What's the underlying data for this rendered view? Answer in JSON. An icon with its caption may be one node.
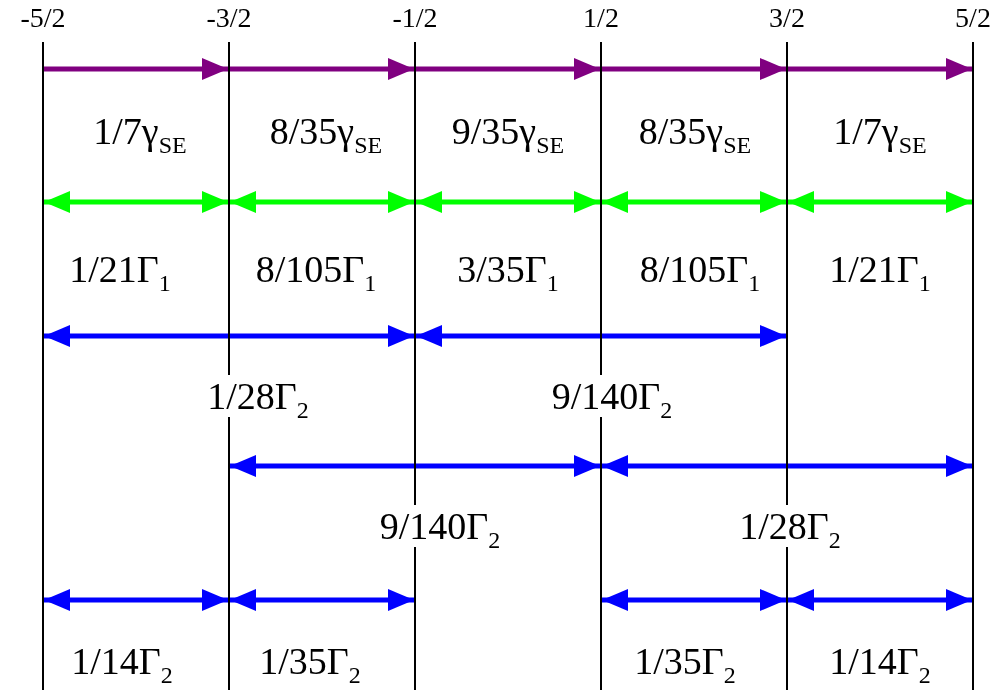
{
  "diagram": {
    "nodes": [
      {
        "text": [
          "-5/2"
        ]
      },
      {
        "text": [
          "-3/2"
        ]
      },
      {
        "text": [
          "-1/2"
        ]
      },
      {
        "text": [
          "1/2"
        ]
      },
      {
        "text": [
          "3/2"
        ]
      },
      {
        "text": [
          "5/2"
        ]
      }
    ],
    "edges": [
      {
        "from": 0,
        "to": 1,
        "arrow": "to",
        "color": "#800080",
        "label": "1/7γ$_{SE}$"
      },
      {
        "from": 1,
        "to": 2,
        "arrow": "to",
        "color": "#800080",
        "label": "8/35γ$_{SE}$"
      },
      {
        "from": 2,
        "to": 3,
        "arrow": "to",
        "color": "#800080",
        "label": "9/35γ$_{SE}$"
      },
      {
        "from": 3,
        "to": 4,
        "arrow": "to",
        "color": "#800080",
        "label": "8/35γ$_{SE}$"
      },
      {
        "from": 4,
        "to": 5,
        "arrow": "to",
        "color": "#800080",
        "label": "1/7γ$_{SE}$"
      },
      {
        "from": 0,
        "to": 1,
        "arrow": "both",
        "color": "#00ff00",
        "label": "1/21Γ$_{1}$"
      },
      {
        "from": 1,
        "to": 2,
        "arrow": "both",
        "color": "#00ff00",
        "label": "8/105Γ$_{1}$"
      },
      {
        "from": 2,
        "to": 3,
        "arrow": "both",
        "color": "#00ff00",
        "label": "3/35Γ$_{1}$"
      },
      {
        "from": 3,
        "to": 4,
        "arrow": "both",
        "color": "#00ff00",
        "label": "8/105Γ$_{1}$"
      },
      {
        "from": 4,
        "to": 5,
        "arrow": "both",
        "color": "#00ff00",
        "label": "1/21Γ$_{1}$"
      },
      {
        "from": 0,
        "to": 2,
        "arrow": "both",
        "label": "1/28Γ$_{2}$"
      },
      {
        "from": 2,
        "to": 4,
        "arrow": "both",
        "label": "9/140Γ$_{2}$"
      },
      {
        "from": 1,
        "to": 3,
        "arrow": "both",
        "label": "9/140Γ$_{2}$"
      },
      {
        "from": 3,
        "to": 5,
        "arrow": "both",
        "label": "1/28Γ$_{2}$"
      },
      {
        "from": 0,
        "to": 1,
        "arrow": "both",
        "label": "1/14Γ$_{2}$"
      },
      {
        "from": 1,
        "to": 2,
        "arrow": "both",
        "label": "1/35Γ$_{2}$"
      },
      {
        "from": 3,
        "to": 4,
        "arrow": "both",
        "label": "1/35Γ$_{2}$"
      },
      {
        "from": 4,
        "to": 5,
        "arrow": "both",
        "label": "1/14Γ$_{2}$"
      }
    ]
  }
}
